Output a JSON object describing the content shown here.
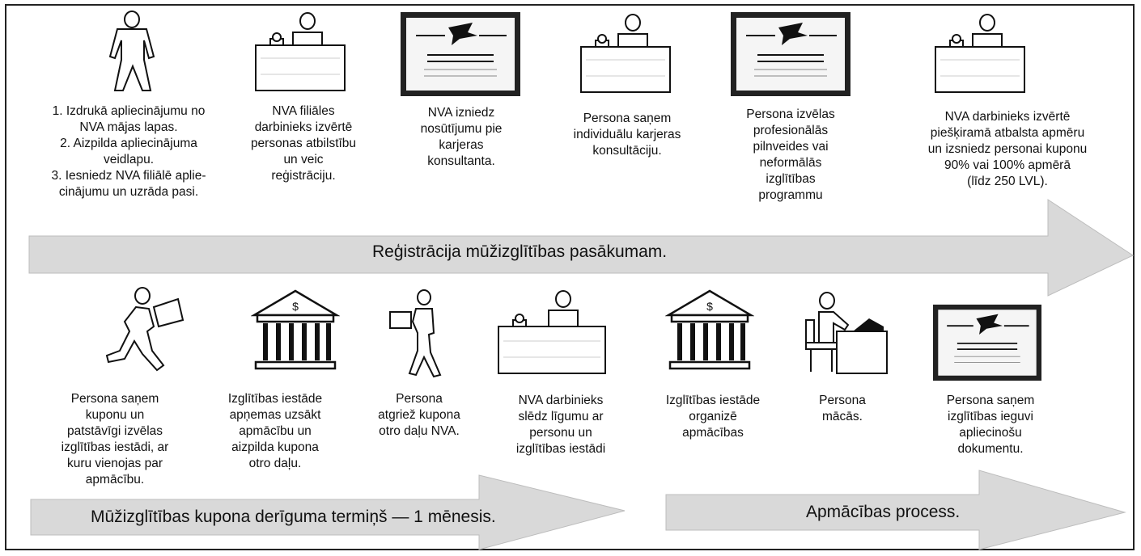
{
  "top_row": [
    {
      "icon": "person-standing-icon",
      "caption": "1. Izdrukā apliecinājumu no\nNVA mājas lapas.\n2. Aizpilda apliecinājuma\nveidlapu.\n3. Iesniedz NVA filiālē aplie-\ncinājumu un uzrāda pasi."
    },
    {
      "icon": "clerk-at-desk-icon",
      "caption": "NVA filiāles\ndarbinieks izvērtē\npersonas atbilstību\nun veic\nreģistrāciju."
    },
    {
      "icon": "certificate-icon",
      "caption": "NVA izniedz\nnosūtījumu pie\nkarjeras\nkonsultanta."
    },
    {
      "icon": "clerk-at-desk-icon",
      "caption": "Persona saņem\nindividuālu karjeras\nkonsultāciju."
    },
    {
      "icon": "certificate-icon",
      "caption": "Persona izvēlas\nprofesionālās\npilnveides vai\nneformālās\nizglītības\nprogrammu"
    },
    {
      "icon": "clerk-at-desk-icon",
      "caption": "NVA darbinieks izvērtē\npiešķiramā atbalsta apmēru\nun izsniedz personai kuponu\n90% vai 100% apmērā\n(līdz 250 LVL)."
    }
  ],
  "top_arrow_label": "Reģistrācija mūžizglītības pasākumam.",
  "bottom_row": [
    {
      "icon": "person-running-with-paper-icon",
      "caption": "Persona saņem\nkuponu un\npatstāvīgi izvēlas\nizglītības iestādi, ar\nkuru vienojas par\napmācību."
    },
    {
      "icon": "bank-building-icon",
      "caption": "Izglītības iestāde\napņemas uzsākt\napmācību un\naizpilda kupona\notro daļu."
    },
    {
      "icon": "person-walking-with-paper-icon",
      "caption": "Persona\natgriež kupona\notro daļu NVA."
    },
    {
      "icon": "clerk-at-desk-icon",
      "caption": "NVA darbinieks\nslēdz līgumu ar\npersonu un\nizglītības iestādi"
    },
    {
      "icon": "bank-building-icon",
      "caption": "Izglītības iestāde\norganizē\napmācības"
    },
    {
      "icon": "person-studying-icon",
      "caption": "Persona\nmācās."
    },
    {
      "icon": "certificate-icon",
      "caption": "Persona saņem\nizglītības ieguvi\napliecinošu\ndokumentu."
    }
  ],
  "bottom_left_arrow_label": "Mūžizglītības kupona derīguma termiņš — 1 mēnesis.",
  "bottom_right_arrow_label": "Apmācības process.",
  "colors": {
    "arrow": "#d9d9d9",
    "arrow_stroke": "#b5b5b5",
    "ink": "#111111"
  }
}
